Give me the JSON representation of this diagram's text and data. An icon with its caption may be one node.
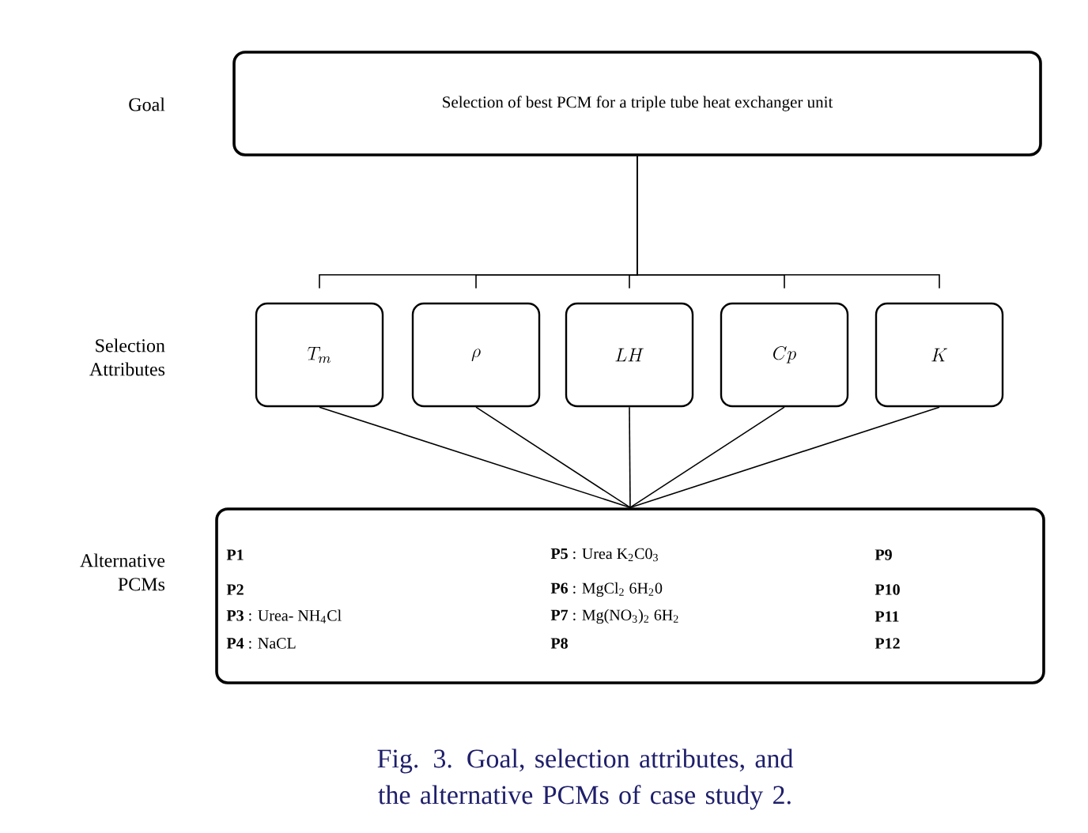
{
  "diagram": {
    "caption": "Fig. 3. Goal, selection attributes, and the alternative PCMs of case study 2.",
    "nodes": [
      {
        "text": [
          "Selection of best PCM for a triple tube heat exchanger unit"
        ]
      },
      {
        "text": [
          "T_{m}"
        ]
      },
      {
        "text": [
          "\\rho"
        ]
      },
      {
        "text": [
          "LH"
        ]
      },
      {
        "text": [
          "Cp"
        ]
      },
      {
        "text": [
          "K"
        ]
      },
      {
        "text": [
          "**P1**",
          "**P2**",
          "**P3** : Urea- NH$_{4}$Cl",
          "**P4** : NaCL",
          "**P5** : Urea K$_{2}$C0$_{3}$",
          "**P6** : MgCl$_{2}$ 6H$_{2}$0",
          "**P7** : Mg(NO$_{3}$)$_{2}$ 6H$_{2}$",
          "**P8**",
          "**P9**",
          "**P10**",
          "**P11**",
          "**P12**"
        ]
      }
    ],
    "edges": [
      {
        "from": 0,
        "to": 1,
        "arrow": "none"
      },
      {
        "from": 0,
        "to": 2,
        "arrow": "none"
      },
      {
        "from": 0,
        "to": 3,
        "arrow": "none"
      },
      {
        "from": 0,
        "to": 4,
        "arrow": "none"
      },
      {
        "from": 0,
        "to": 5,
        "arrow": "none"
      },
      {
        "from": 1,
        "to": 6,
        "arrow": "none"
      },
      {
        "from": 2,
        "to": 6,
        "arrow": "none"
      },
      {
        "from": 3,
        "to": 6,
        "arrow": "none"
      },
      {
        "from": 4,
        "to": 6,
        "arrow": "none"
      },
      {
        "from": 5,
        "to": 6,
        "arrow": "none"
      }
    ],
    "labels": [
      "Goal",
      "Selection Attributes",
      "Alternative PCMs"
    ]
  }
}
